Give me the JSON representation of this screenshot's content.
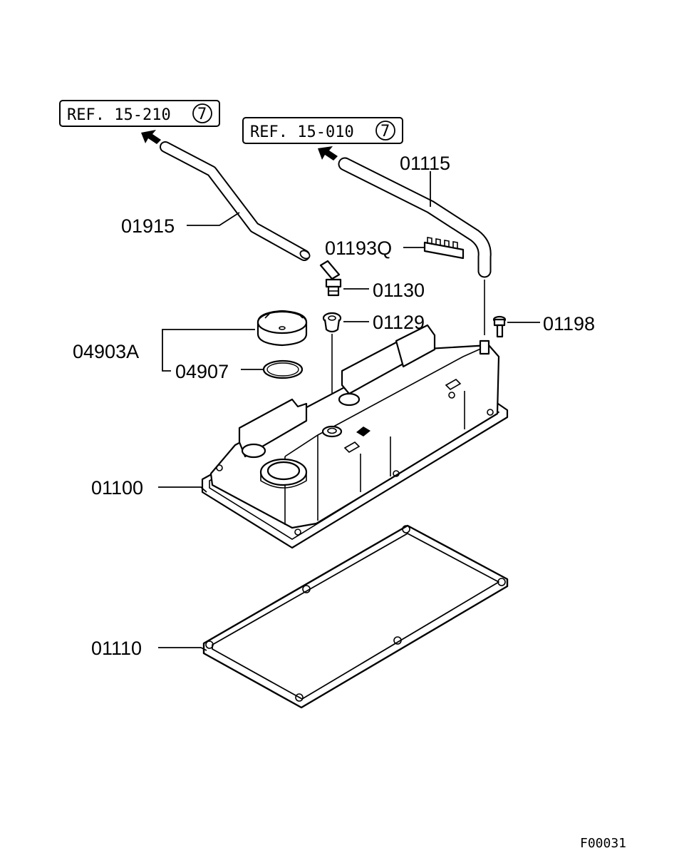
{
  "references": [
    {
      "text": "REF. 15-210",
      "circle": "7"
    },
    {
      "text": "REF. 15-010",
      "circle": "7"
    }
  ],
  "parts": {
    "p01915": "01915",
    "p01115": "01115",
    "p01193Q": "01193Q",
    "p01130": "01130",
    "p01129": "01129",
    "p01198": "01198",
    "p04903A": "04903A",
    "p04907": "04907",
    "p01100": "01100",
    "p01110": "01110"
  },
  "figure_code": "F00031"
}
